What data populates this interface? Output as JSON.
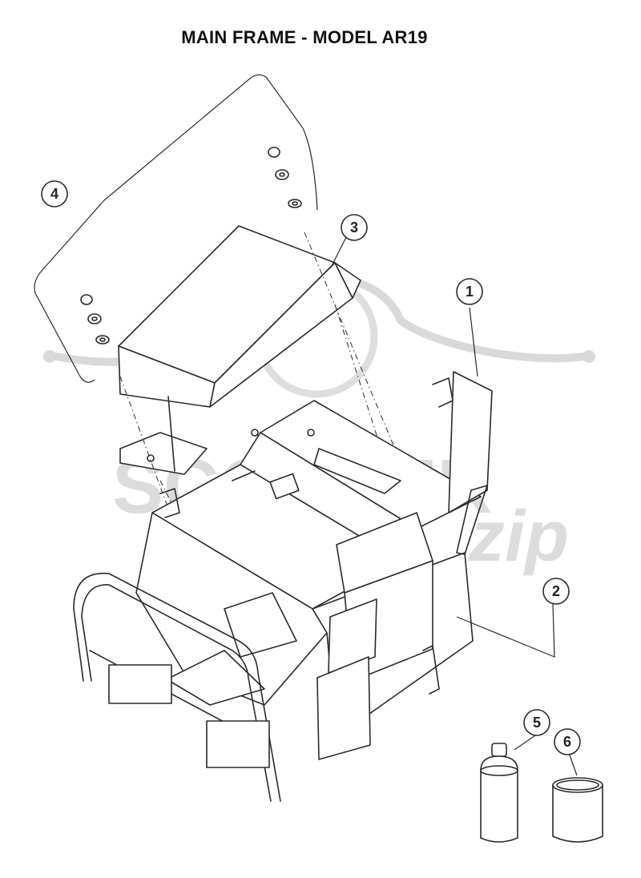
{
  "title": "MAIN FRAME - MODEL AR19",
  "watermark": {
    "text_main": "SCOOTER",
    "text_script": "zip",
    "color": "#d9d9d9"
  },
  "callouts": [
    {
      "number": "1",
      "part": "main frame"
    },
    {
      "number": "2",
      "part": "frame lead"
    },
    {
      "number": "3",
      "part": "top cover"
    },
    {
      "number": "4",
      "part": "hardware group"
    },
    {
      "number": "5",
      "part": "spray paint can"
    },
    {
      "number": "6",
      "part": "paint can"
    }
  ],
  "colors": {
    "line": "#2a2a2a",
    "background": "#ffffff"
  }
}
